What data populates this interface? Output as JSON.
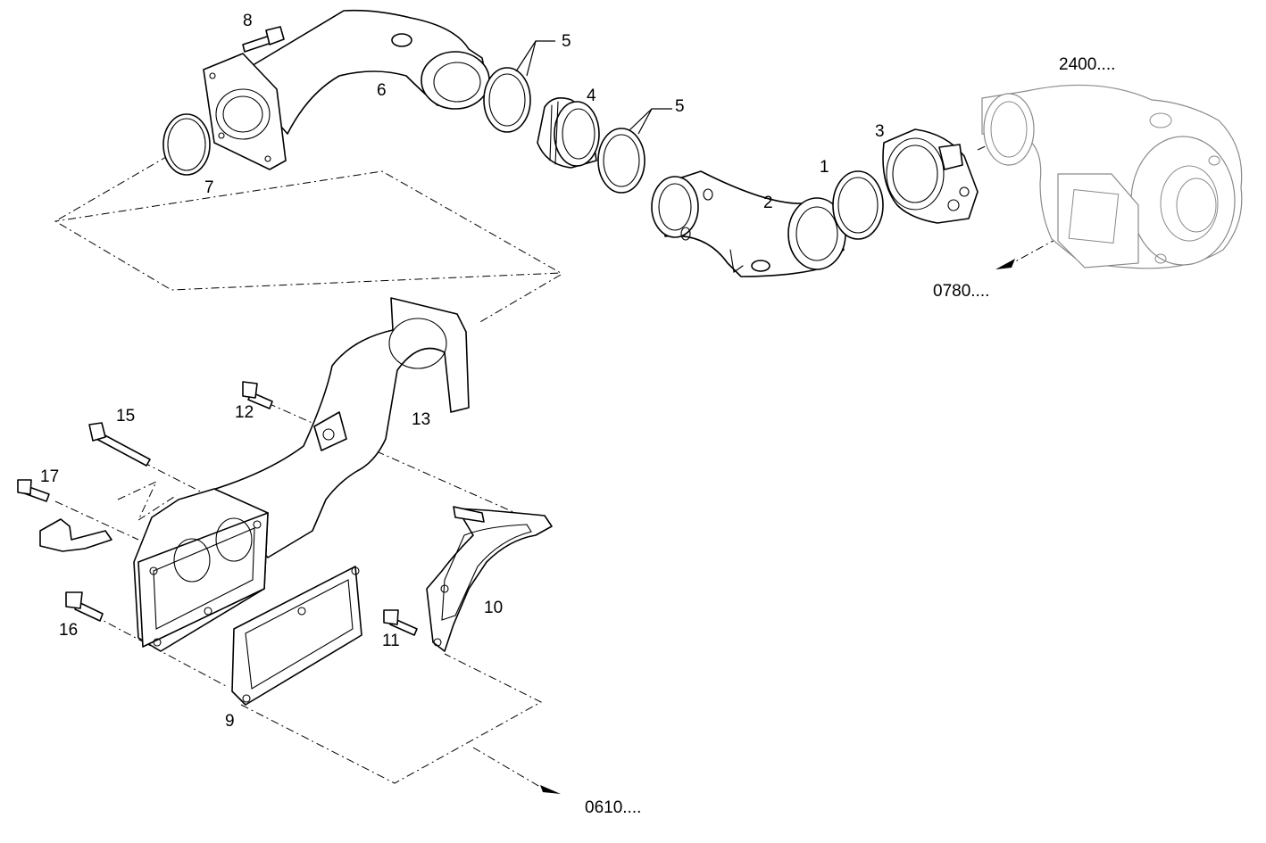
{
  "callouts": {
    "p1": "1",
    "p2": "2",
    "p3": "3",
    "p4": "4",
    "p5a": "5",
    "p5b": "5",
    "p6": "6",
    "p7": "7",
    "p8": "8",
    "p9": "9",
    "p10": "10",
    "p11": "11",
    "p12": "12",
    "p13": "13",
    "p15": "15",
    "p16": "16",
    "p17": "17"
  },
  "references": {
    "turbo": "2400....",
    "exhaust_to": "0780....",
    "manifold_to": "0610...."
  },
  "colors": {
    "line": "#000000",
    "ghost": "#8a8a8a",
    "background": "#ffffff"
  }
}
